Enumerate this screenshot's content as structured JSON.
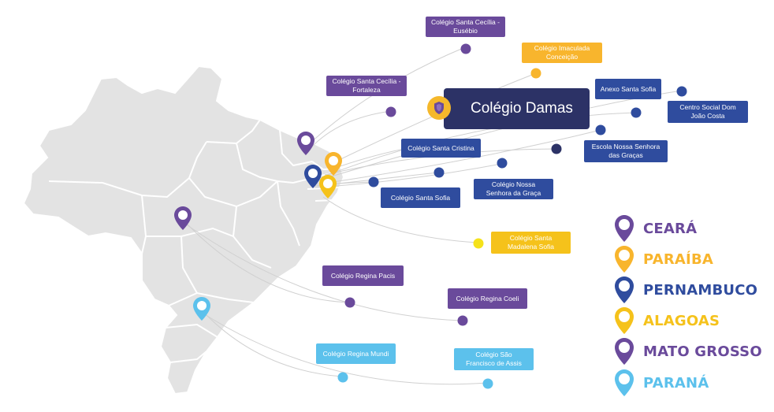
{
  "map": {
    "title": "Colégio Damas",
    "brand_colors": {
      "navy": "#2c3266",
      "purple": "#6a4a9b",
      "gold": "#f8b52d",
      "yellow": "#f5c21b",
      "blue": "#2f4c9e",
      "sky": "#5cc1ec",
      "country_fill": "#e3e3e3"
    },
    "schools": [
      {
        "name": "Colégio Santa Cecília -\nEusébio",
        "color": "purple"
      },
      {
        "name": "Colégio Imaculada\nConceição",
        "color": "gold"
      },
      {
        "name": "Colégio Santa Cecília -\nFortaleza",
        "color": "purple"
      },
      {
        "name": "Anexo Santa Sofia",
        "color": "blue"
      },
      {
        "name": "Centro Social Dom\nJoão Costa",
        "color": "blue"
      },
      {
        "name": "Colégio Santa Cristina",
        "color": "blue"
      },
      {
        "name": "Escola Nossa Senhora\ndas Graças",
        "color": "blue"
      },
      {
        "name": "Colégio Nossa\nSenhora da Graça",
        "color": "blue"
      },
      {
        "name": "Colégio Santa Sofia",
        "color": "blue"
      },
      {
        "name": "Colégio Santa\nMadalena Sofia",
        "color": "yellow"
      },
      {
        "name": "Colégio Regina Pacis",
        "color": "purple"
      },
      {
        "name": "Colégio Regina Coeli",
        "color": "purple"
      },
      {
        "name": "Colégio Regina Mundi",
        "color": "sky"
      },
      {
        "name": "Colégio São\nFrancisco de Assis",
        "color": "sky"
      }
    ],
    "legend": [
      {
        "state": "CEARÁ",
        "color": "#6a4a9b",
        "icon": "map-pin-icon"
      },
      {
        "state": "PARAÍBA",
        "color": "#f8b52d",
        "icon": "map-pin-icon"
      },
      {
        "state": "PERNAMBUCO",
        "color": "#2f4c9e",
        "icon": "map-pin-icon"
      },
      {
        "state": "ALAGOAS",
        "color": "#f5c21b",
        "icon": "map-pin-icon"
      },
      {
        "state": "MATO GROSSO",
        "color": "#6a4a9b",
        "icon": "map-pin-icon"
      },
      {
        "state": "PARANÁ",
        "color": "#5cc1ec",
        "icon": "map-pin-icon"
      }
    ]
  }
}
